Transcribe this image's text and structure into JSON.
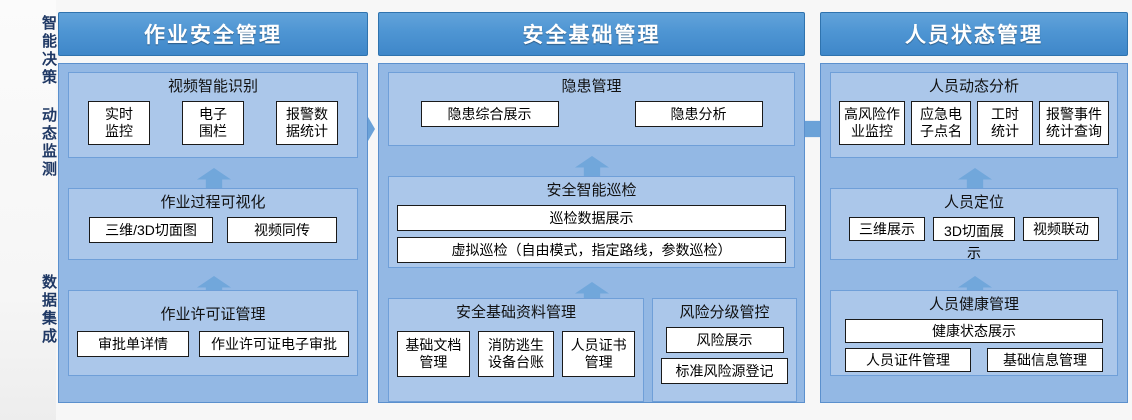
{
  "rail": {
    "label_top": "智能决策  动态监测",
    "label_top_lines": "智能决策 动态监测",
    "label_bottom": "数据集成"
  },
  "columns": [
    {
      "id": "operation-safety",
      "title": "作业安全管理",
      "groups": [
        {
          "id": "video-ai-recognition",
          "title": "视频智能识别",
          "items": [
            "实时\n监控",
            "电子\n围栏",
            "报警数\n据统计"
          ]
        },
        {
          "id": "operation-process-visualization",
          "title": "作业过程可视化",
          "items": [
            "三维/3D切面图",
            "视频同传"
          ]
        },
        {
          "id": "work-permit-management",
          "title": "作业许可证管理",
          "items": [
            "审批单详情",
            "作业许可证电子审批"
          ]
        }
      ]
    },
    {
      "id": "safety-basic-management",
      "title": "安全基础管理",
      "groups": [
        {
          "id": "hazard-management",
          "title": "隐患管理",
          "items": [
            "隐患综合展示",
            "隐患分析"
          ]
        },
        {
          "id": "safety-smart-inspection",
          "title": "安全智能巡检",
          "items": [
            "巡检数据展示",
            "虚拟巡检（自由模式，指定路线，参数巡检）"
          ]
        },
        {
          "id": "safety-basic-data-management",
          "title": "安全基础资料管理",
          "items": [
            "基础文档\n管理",
            "消防逃生\n设备台账",
            "人员证书\n管理"
          ]
        },
        {
          "id": "risk-grading-control",
          "title": "风险分级管控",
          "items": [
            "风险展示",
            "标准风险源登记"
          ]
        }
      ]
    },
    {
      "id": "personnel-status-management",
      "title": "人员状态管理",
      "groups": [
        {
          "id": "personnel-dynamic-analysis",
          "title": "人员动态分析",
          "items": [
            "高风险作\n业监控",
            "应急电\n子点名",
            "工时\n统计",
            "报警事件\n统计查询"
          ]
        },
        {
          "id": "personnel-positioning",
          "title": "人员定位",
          "items": [
            "三维展示",
            "3D切面展示",
            "视频联动"
          ]
        },
        {
          "id": "personnel-health-management",
          "title": "人员健康管理",
          "items": [
            "健康状态展示",
            "人员证件管理",
            "基础信息管理"
          ]
        }
      ]
    }
  ],
  "arrows": {
    "between_col1_col2": "arrow-right",
    "between_col2_col3": "arrow-left",
    "internal": "arrow-up"
  },
  "colors": {
    "header_blue": "#4e95d3",
    "panel_blue": "#93b8e4",
    "group_blue": "#abc7ea",
    "border_blue": "#5b90cd",
    "rail_text": "#1f3864",
    "chip_bg": "#ffffff",
    "chip_border": "#1a1a1a"
  }
}
